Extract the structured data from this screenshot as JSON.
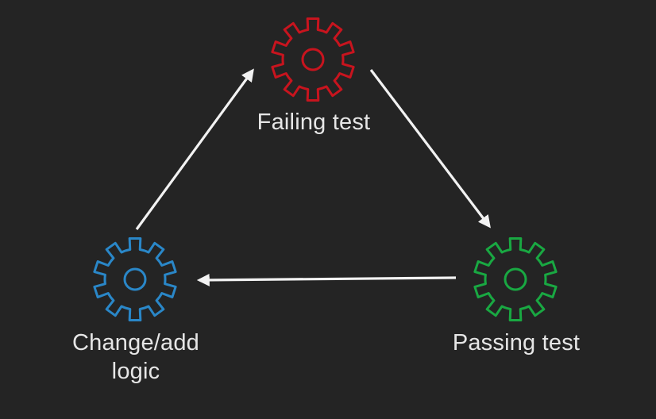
{
  "nodes": {
    "failing": {
      "label": "Failing test",
      "icon": "gear-icon",
      "color": "#c8141e"
    },
    "passing": {
      "label": "Passing test",
      "icon": "gear-icon",
      "color": "#19a842"
    },
    "change": {
      "label_line1": "Change/add",
      "label_line2": "logic",
      "icon": "gear-icon",
      "color": "#2a87c8"
    }
  },
  "edges": [
    {
      "from": "failing",
      "to": "passing"
    },
    {
      "from": "passing",
      "to": "change"
    },
    {
      "from": "change",
      "to": "failing"
    }
  ],
  "colors": {
    "background": "#242424",
    "arrow": "#f2f2f2",
    "text": "#e6e6e6"
  }
}
